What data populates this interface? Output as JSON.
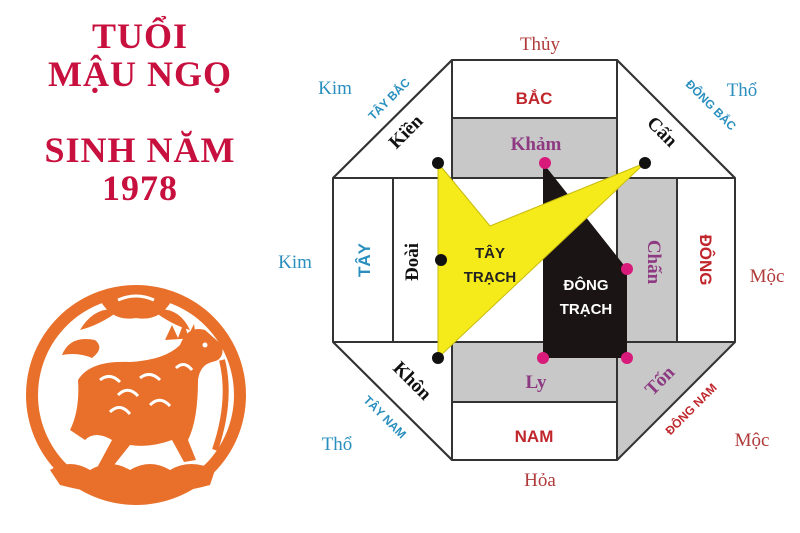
{
  "heading": {
    "line1": "TUỔI",
    "line2": "MẬU NGỌ",
    "line3": "SINH NĂM",
    "line4": "1978"
  },
  "illustration": {
    "name": "horse-papercut",
    "color": "#e8702a"
  },
  "elements": {
    "top": "Thủy",
    "bottom": "Hỏa",
    "left": "Kim",
    "right": "Mộc",
    "top_left": "Kim",
    "top_right": "Thổ",
    "bottom_left": "Thổ",
    "bottom_right": "Mộc"
  },
  "directions": {
    "north": "BẮC",
    "south": "NAM",
    "west": "TÂY",
    "east": "ĐÔNG",
    "northwest": "TÂY BẮC",
    "northeast": "ĐÔNG BẮC",
    "southwest": "TÂY NAM",
    "southeast": "ĐÔNG NAM"
  },
  "trigrams": {
    "kham": "Khảm",
    "ly": "Ly",
    "doai": "Đoài",
    "chan": "Chấn",
    "kien": "Kiền",
    "can": "Cấn",
    "khon": "Khôn",
    "ton": "Tốn"
  },
  "groups": {
    "tay_trach_line1": "TÂY",
    "tay_trach_line2": "TRẠCH",
    "dong_trach_line1": "ĐÔNG",
    "dong_trach_line2": "TRẠCH"
  },
  "colors": {
    "title_red": "#c8103e",
    "direction_red": "#c0272d",
    "element_red": "#b03a3a",
    "element_blue": "#2a8fbf",
    "trigram_purple": "#8e3a82",
    "gray_band": "#c8c8c8",
    "yellow": "#f5ea1a",
    "black": "#1a1414",
    "magenta_dot": "#d81b7a"
  }
}
